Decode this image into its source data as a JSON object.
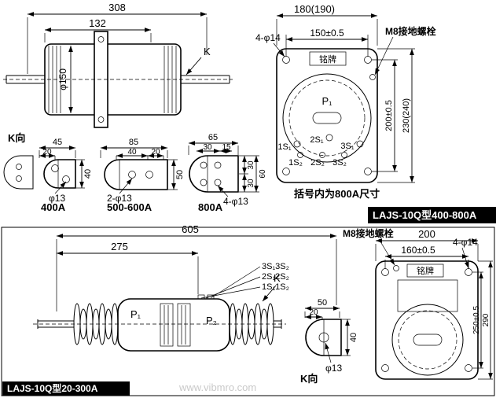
{
  "colors": {
    "line": "#000000",
    "badge_bg": "#000000",
    "badge_text": "#ffffff",
    "watermark": "#c9c9c9"
  },
  "top": {
    "side_view": {
      "dim_width": "308",
      "dim_inner": "132",
      "dim_diameter": "φ150",
      "view_arrow": "K"
    },
    "k_view_label": "K向",
    "bracket_400a": {
      "dim_width": "45",
      "dim_hole": "20",
      "dim_height": "40",
      "hole_callout": "φ13",
      "title": "400A"
    },
    "bracket_500a": {
      "dim_width": "85",
      "dim_a": "40",
      "dim_b": "20",
      "dim_height": "50",
      "hole_callout": "2-φ13",
      "title": "500-600A"
    },
    "bracket_800a": {
      "dim_width": "65",
      "dim_a": "30",
      "dim_b": "15",
      "dim_r1": "30",
      "dim_r2": "30",
      "dim_height": "60",
      "hole_callout": "4-φ13",
      "title": "800A"
    },
    "front_view": {
      "dim_width": "180(190)",
      "hole_callout": "4-φ14",
      "dim_holes_h": "150±0.5",
      "ground_label": "M8接地螺栓",
      "nameplate": "铭牌",
      "primary": "P₁",
      "dim_holes_v": "200±0.5",
      "dim_height": "230(240)",
      "t_1s1": "1S₁",
      "t_2s1": "2S₁",
      "t_3s1": "3S₁",
      "t_1s2": "1S₂",
      "t_2s2": "2S₂",
      "t_3s2": "3S₂"
    },
    "note": "括号内为800A尺寸",
    "badge": "LAJS-10Q型400-800A"
  },
  "bottom": {
    "side_view": {
      "dim_width": "605",
      "dim_inner": "275",
      "terminals": {
        "row3": "3S₁3S₂",
        "row2": "2S₁2S₂",
        "row1": "1S₁1S₂"
      },
      "primary1": "P₁",
      "primary2": "P₂",
      "view_arrow": "K"
    },
    "k_view": {
      "dim_width": "50",
      "dim_hole": "20",
      "dim_height": "40",
      "hole_callout": "φ13",
      "label": "K向"
    },
    "front_view": {
      "dim_width": "200",
      "dim_holes_h": "160±0.5",
      "hole_callout": "4-φ14",
      "ground_label": "M8接地螺栓",
      "nameplate": "铭牌",
      "dim_holes_v": "250±0.5",
      "dim_height": "290"
    },
    "badge": "LAJS-10Q型20-300A",
    "watermark": "www.vibmro.com"
  }
}
